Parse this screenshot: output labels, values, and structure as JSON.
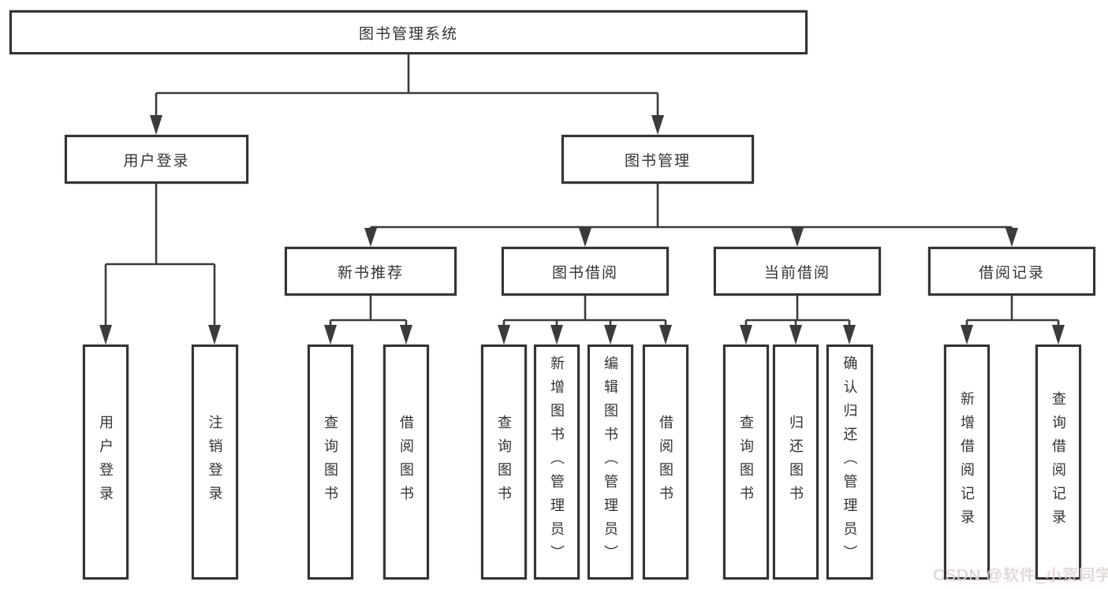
{
  "tree": {
    "root": {
      "label": "图书管理系统",
      "children": [
        {
          "label": "用户登录",
          "children": [
            {
              "label": "用户登录"
            },
            {
              "label": "注销登录"
            }
          ]
        },
        {
          "label": "图书管理",
          "children": [
            {
              "label": "新书推荐",
              "children": [
                {
                  "label": "查询图书"
                },
                {
                  "label": "借阅图书"
                }
              ]
            },
            {
              "label": "图书借阅",
              "children": [
                {
                  "label": "查询图书"
                },
                {
                  "label": "新增图书（管理员）"
                },
                {
                  "label": "编辑图书（管理员）"
                },
                {
                  "label": "借阅图书"
                }
              ]
            },
            {
              "label": "当前借阅",
              "children": [
                {
                  "label": "查询图书"
                },
                {
                  "label": "归还图书"
                },
                {
                  "label": "确认归还（管理员）"
                }
              ]
            },
            {
              "label": "借阅记录",
              "children": [
                {
                  "label": "新增借阅记录"
                },
                {
                  "label": "查询借阅记录"
                }
              ]
            }
          ]
        }
      ]
    }
  },
  "watermark": "CSDN @软件_小贺同学",
  "colors": {
    "line": "#3b3b3b",
    "box_border": "#343434",
    "text": "#333333",
    "background": "#ffffff",
    "watermark": "#d8d8d8"
  }
}
